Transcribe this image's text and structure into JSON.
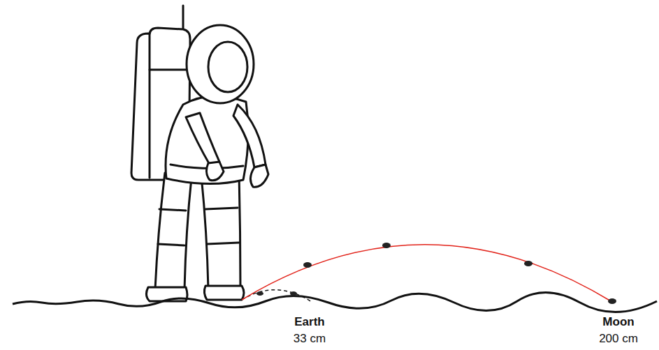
{
  "diagram": {
    "labels": [
      "Earth",
      "33 cm",
      "Moon",
      "200 cm"
    ]
  }
}
